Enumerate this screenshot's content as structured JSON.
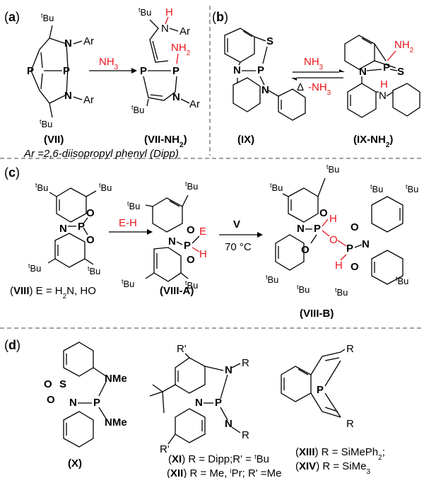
{
  "panels": {
    "a": "a",
    "b": "b",
    "c": "c",
    "d": "d"
  },
  "reagents": {
    "a_arrow": "NH3",
    "b_forward": "NH3",
    "b_reverse": "-NH3",
    "b_delta": "Δ",
    "c_first": "E-H",
    "c_second": "V",
    "c_temp": "70 °C"
  },
  "atoms": {
    "tbu": "tBu",
    "ar": "Ar",
    "n": "N",
    "p": "P",
    "s": "S",
    "o": "O",
    "h": "H",
    "e": "E",
    "nh2": "NH2",
    "nme": "NMe",
    "r": "R",
    "rprime": "R'"
  },
  "compounds": {
    "VII": "(VII)",
    "VII_NH2": "(VII-NH2)",
    "IX": "(IX)",
    "IX_NH2": "(IX-NH2)",
    "VIII": "(VIII) E = H2N, HO",
    "VIII_A": "(VIII-A)",
    "VIII_B": "(VIII-B)",
    "X": "(X)",
    "XI": "(XI) R = Dipp;R' = tBu",
    "XII": "(XII) R = Me, iPr; R' =Me",
    "XIII": "(XIII) R = SiMePh2;",
    "XIV": "(XIV) R =  SiMe3"
  },
  "notes": {
    "ar_definition": "Ar =2,6-diisopropyl phenyl (Dipp)"
  }
}
